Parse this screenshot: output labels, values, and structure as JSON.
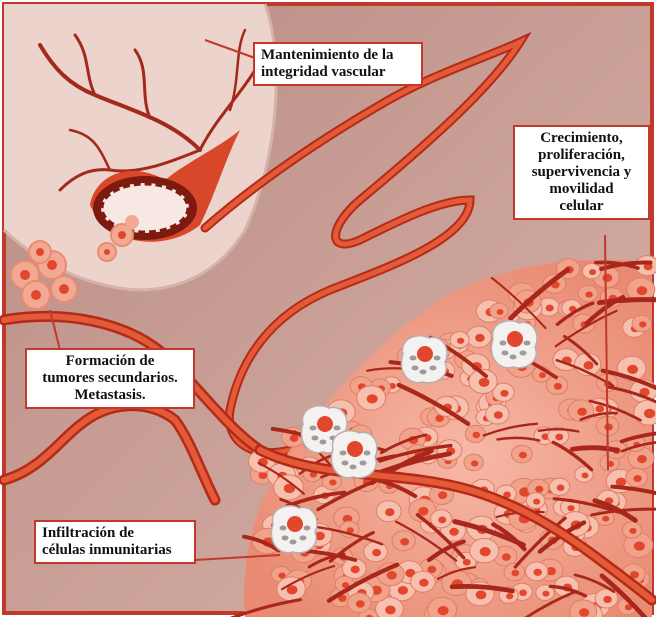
{
  "labels": {
    "vascular_integrity": [
      "Mantenimiento de la",
      "integridad vascular"
    ],
    "cell_growth": [
      "Crecimiento,",
      "proliferación,",
      "supervivencia y",
      "movilidad",
      "celular"
    ],
    "secondary_tumors": [
      "Formación de",
      "tumores secundarios.",
      "Metastasis."
    ],
    "immune_infiltration": [
      "Infiltración de",
      "células inmunitarias"
    ]
  },
  "colors": {
    "background": "#c99f96",
    "frame": "#c0392b",
    "vessel": "#d9472b",
    "vessel_dark": "#9c2412",
    "inset_bg": "#ecd3cc",
    "cell_fill": "#f2a993",
    "cell_nucleus": "#e2462c",
    "immune_cell": "#f4f1f1",
    "label_border": "#c0392b"
  }
}
